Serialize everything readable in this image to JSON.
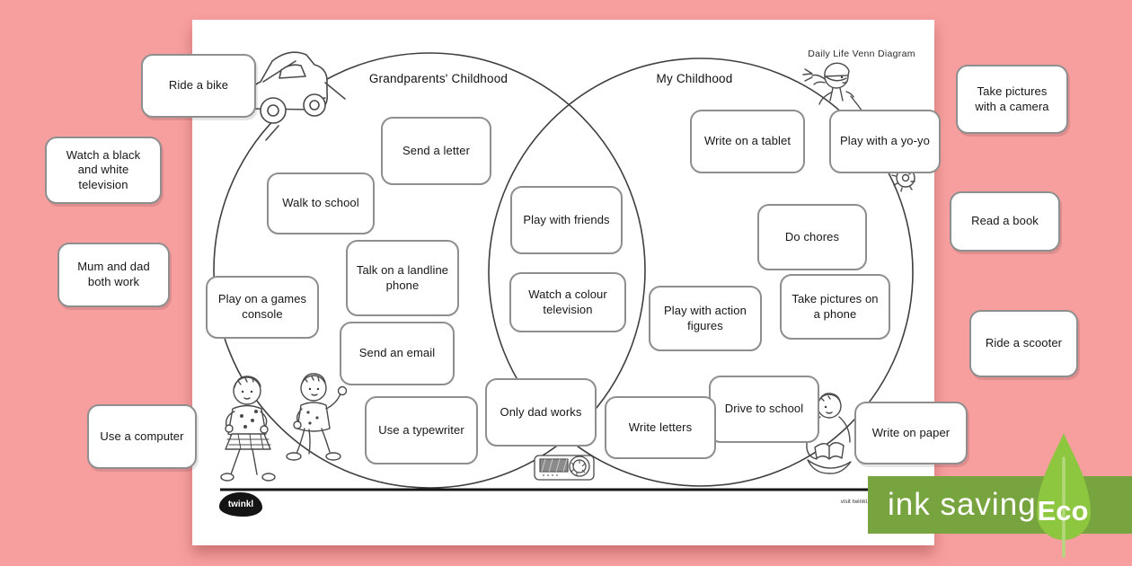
{
  "page": {
    "title": "Daily Life Venn Diagram",
    "left_circle_label": "Grandparents' Childhood",
    "right_circle_label": "My Childhood"
  },
  "cards": {
    "outside": [
      "Ride a bike",
      "Watch a black and white television",
      "Mum and dad both work",
      "Use a computer",
      "Take pictures with a camera",
      "Read a book",
      "Ride a scooter",
      "Write on paper"
    ],
    "grandparents": [
      "Send a letter",
      "Walk to school",
      "Talk on a landline phone",
      "Play on a games console",
      "Send an email",
      "Use a typewriter"
    ],
    "both": [
      "Play with friends",
      "Watch a colour television",
      "Only dad works"
    ],
    "my": [
      "Write on a tablet",
      "Play with a yo-yo",
      "Do chores",
      "Take pictures on a phone",
      "Play with action figures",
      "Drive to school",
      "Write letters"
    ]
  },
  "footer": {
    "logo": "twinkl",
    "visit": "visit twinkl.com"
  },
  "eco_badge": {
    "ink_saving": "ink saving",
    "eco": "Eco",
    "bar_color": "#77a43e",
    "leaf_color": "#8dc63f"
  },
  "colors": {
    "background": "#f79e9e",
    "card_border": "#8e8e8e",
    "diagram_line": "#3f3f3f"
  },
  "illustrations": {
    "top_left": "vintage-car",
    "top_right": "girl-throwing-yo-yo",
    "bottom_left": "dancing-children",
    "bottom_right": "child-reading-book",
    "center_bottom": "retro-radio"
  }
}
